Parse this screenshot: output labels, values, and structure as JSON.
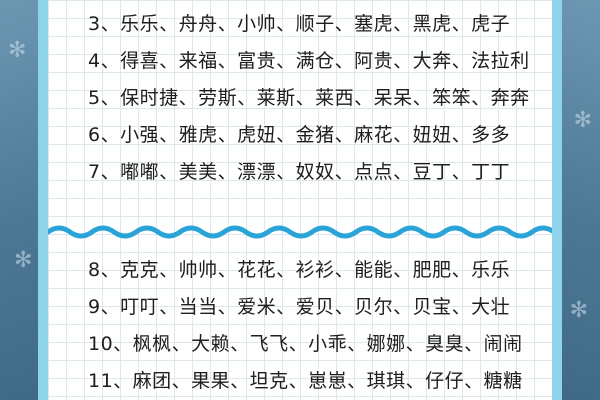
{
  "rows_top": [
    "3、乐乐、舟舟、小帅、顺子、塞虎、黑虎、虎子",
    "4、得喜、来福、富贵、满仓、阿贵、大奔、法拉利",
    "5、保时捷、劳斯、莱斯、莱西、呆呆、笨笨、奔奔",
    "6、小强、雅虎、虎妞、金猪、麻花、妞妞、多多",
    "7、嘟嘟、美美、漂漂、奴奴、点点、豆丁、丁丁"
  ],
  "rows_bottom": [
    "8、克克、帅帅、花花、衫衫、能能、肥肥、乐乐",
    "9、叮叮、当当、爱米、爱贝、贝尔、贝宝、大壮",
    "10、枫枫、大赖、飞飞、小乖、娜娜、臭臭、闹闹",
    "11、麻团、果果、坦克、崽崽、琪琪、仔仔、糖糖"
  ],
  "colors": {
    "frame": "#8fd3ea",
    "wave": "#2aa3d8",
    "background": "#5f8aa6",
    "grid": "#dde7ee"
  }
}
